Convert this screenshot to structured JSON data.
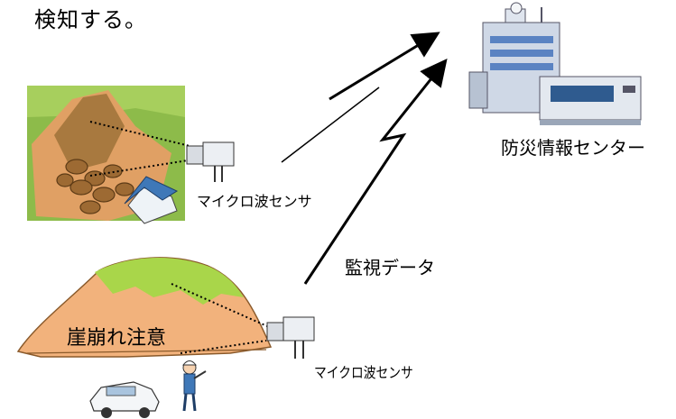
{
  "header": {
    "title": "検知する。"
  },
  "labels": {
    "center": "防災情報センター",
    "sensor_top": "マイクロ波センサ",
    "data": "監視データ",
    "warning": "崖崩れ注意",
    "sensor_bottom": "マイクロ波センサ"
  },
  "colors": {
    "arrow": "#000000",
    "mountain_fill": "#f2b27c",
    "mountain_top": "#a9d64a",
    "landslide_bg": "#8dbb4a",
    "rock": "#a8793f",
    "building": "#cfd8e6"
  }
}
